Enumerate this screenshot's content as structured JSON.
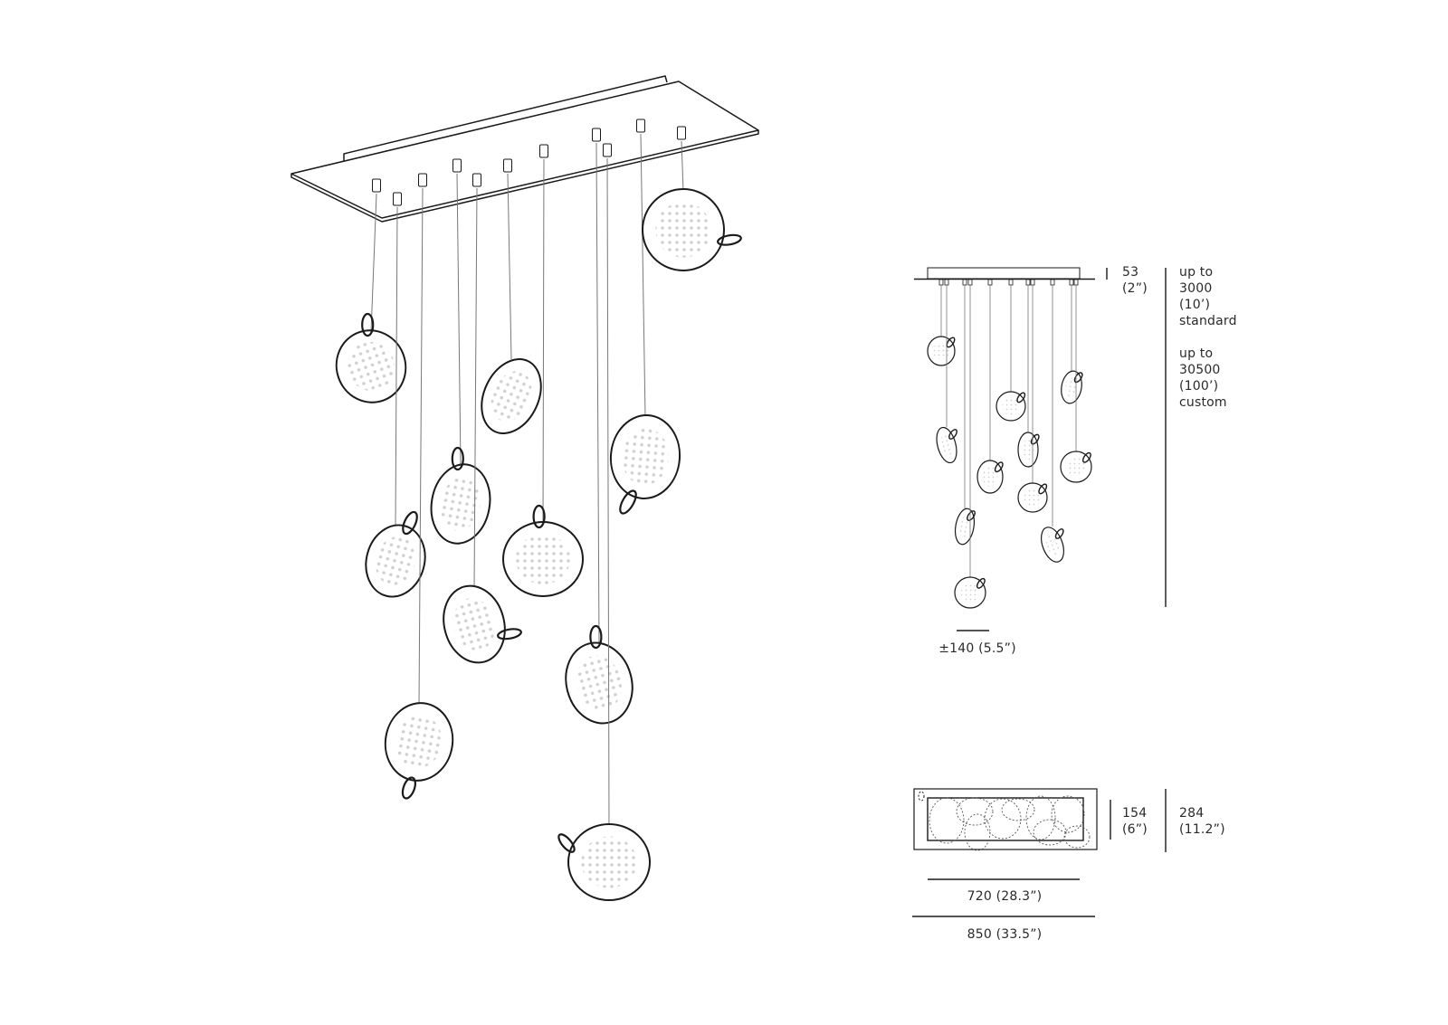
{
  "colors": {
    "stroke": "#1a1a1a",
    "cord": "#777777",
    "dots": "#cfcfcf",
    "background": "#ffffff"
  },
  "dimensions": {
    "canopy_height": "53\n(2”)",
    "drop_standard": "up to\n3000\n(10’)\nstandard",
    "drop_custom": "up to\n30500\n(100’)\ncustom",
    "spread": "±140 (5.5”)",
    "canopy_depth": "154\n(6”)",
    "overall_depth": "284\n(11.2”)",
    "canopy_width": "720 (28.3”)",
    "overall_width": "850 (33.5”)"
  }
}
